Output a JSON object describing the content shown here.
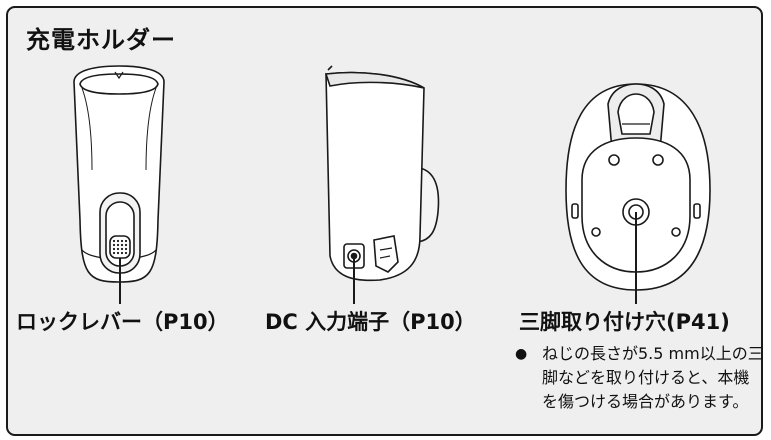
{
  "title": "充電ホルダー",
  "labels": {
    "lock_lever": "ロックレバー（P10）",
    "dc_input": "DC 入力端子（P10）",
    "tripod_hole": "三脚取り付け穴(P41)"
  },
  "note": {
    "bullet": "●",
    "text": "ねじの長さが5.5 mm以上の三脚などを取り付けると、本機を傷つける場合があります。"
  },
  "icons": {
    "bullet": "black-circle-bullet"
  }
}
